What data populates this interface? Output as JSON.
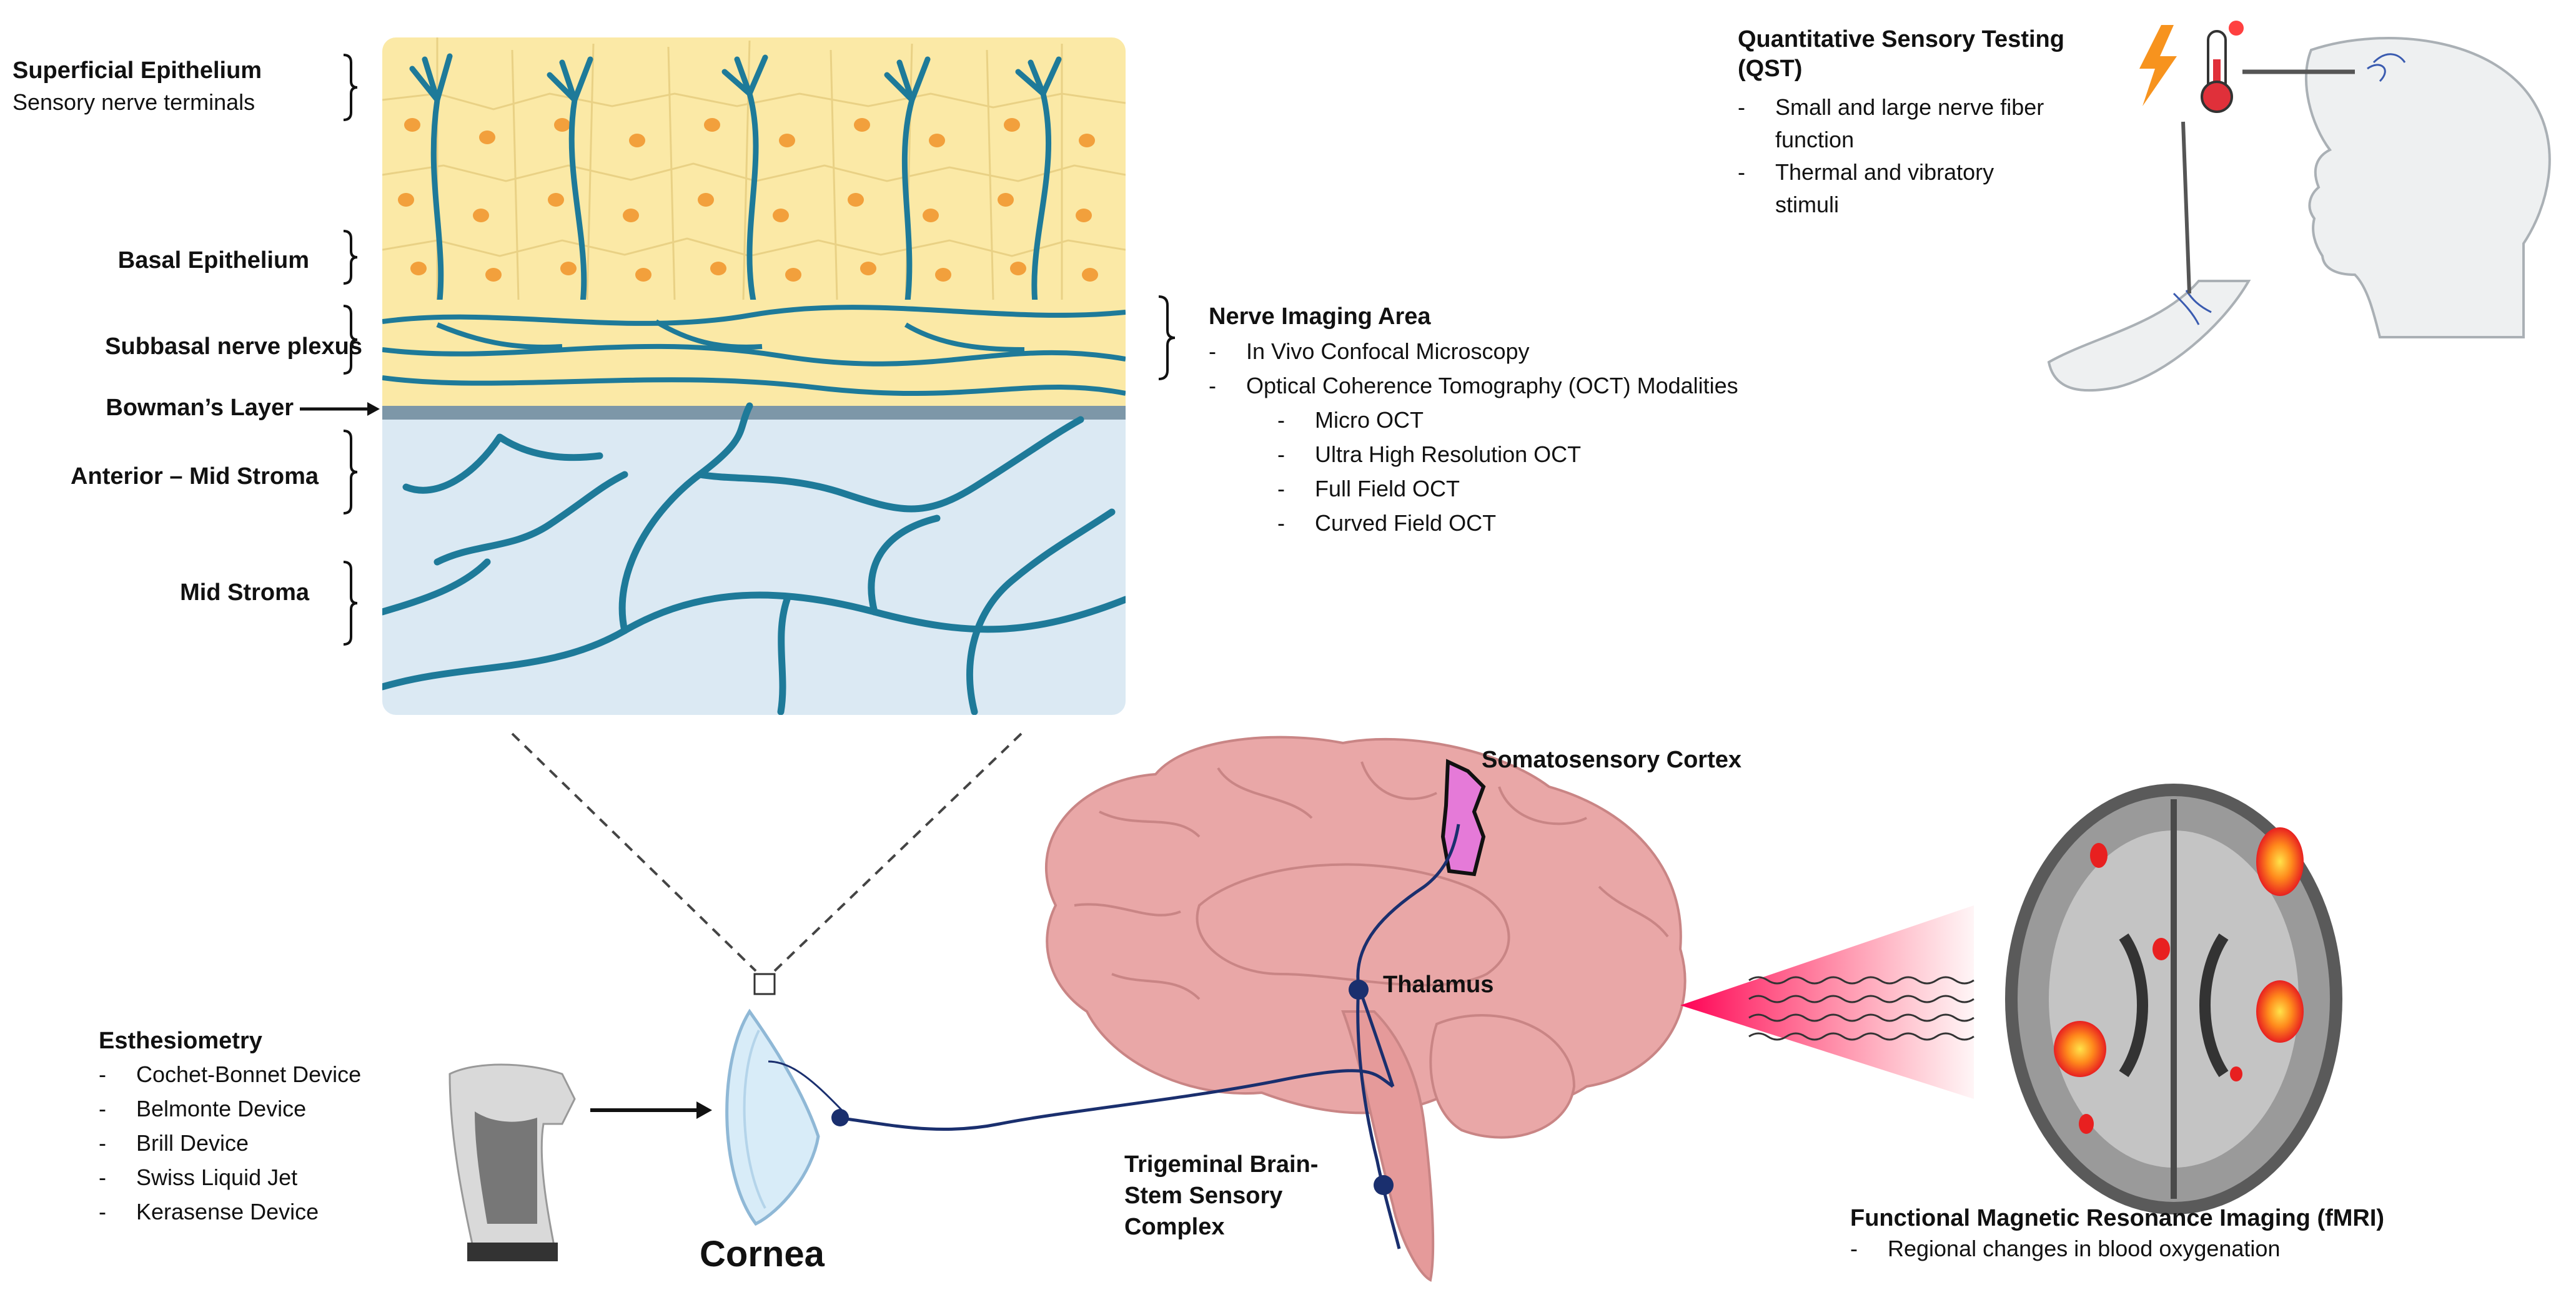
{
  "layers": {
    "superficial_epithelium": "Superficial Epithelium",
    "sensory_terminals": "Sensory nerve terminals",
    "basal_epithelium": "Basal Epithelium",
    "subbasal_plexus": "Subbasal nerve plexus",
    "bowmans_layer": "Bowman’s Layer",
    "anterior_mid_stroma": "Anterior – Mid Stroma",
    "mid_stroma": "Mid Stroma"
  },
  "nerve_imaging": {
    "title": "Nerve Imaging Area",
    "items": [
      "In Vivo Confocal Microscopy",
      "Optical Coherence Tomography (OCT) Modalities"
    ],
    "subitems": [
      "Micro OCT",
      "Ultra High Resolution OCT",
      "Full Field OCT",
      "Curved Field OCT"
    ]
  },
  "qst": {
    "title_line1": "Quantitative Sensory Testing",
    "title_line2": "(QST)",
    "item1_line1": "Small and large nerve fiber",
    "item1_line2": "function",
    "item2_line1": "Thermal and vibratory",
    "item2_line2": "stimuli"
  },
  "esthesiometry": {
    "title": "Esthesiometry",
    "items": [
      "Cochet-Bonnet Device",
      "Belmonte Device",
      "Brill  Device",
      "Swiss Liquid Jet",
      "Kerasense Device"
    ]
  },
  "cornea_label": "Cornea",
  "somatosensory_label": "Somatosensory Cortex",
  "thalamus_label": "Thalamus",
  "trigeminal": {
    "line1": "Trigeminal Brain-",
    "line2": "Stem Sensory",
    "line3": "Complex"
  },
  "fmri": {
    "title": "Functional Magnetic Resonance Imaging (fMRI)",
    "item": "Regional changes in blood oxygenation"
  },
  "colors": {
    "epithelium": "#fbe9a6",
    "cell_nucleus": "#f2a03c",
    "nerve": "#1e7a99",
    "stroma": "#dbe9f3",
    "bowman": "#7d97a8",
    "brain": "#e9a7a7",
    "cortex_highlight": "#e57ad8",
    "pathway": "#1a2f6e",
    "fmri_beam": "#ff1a4a"
  }
}
